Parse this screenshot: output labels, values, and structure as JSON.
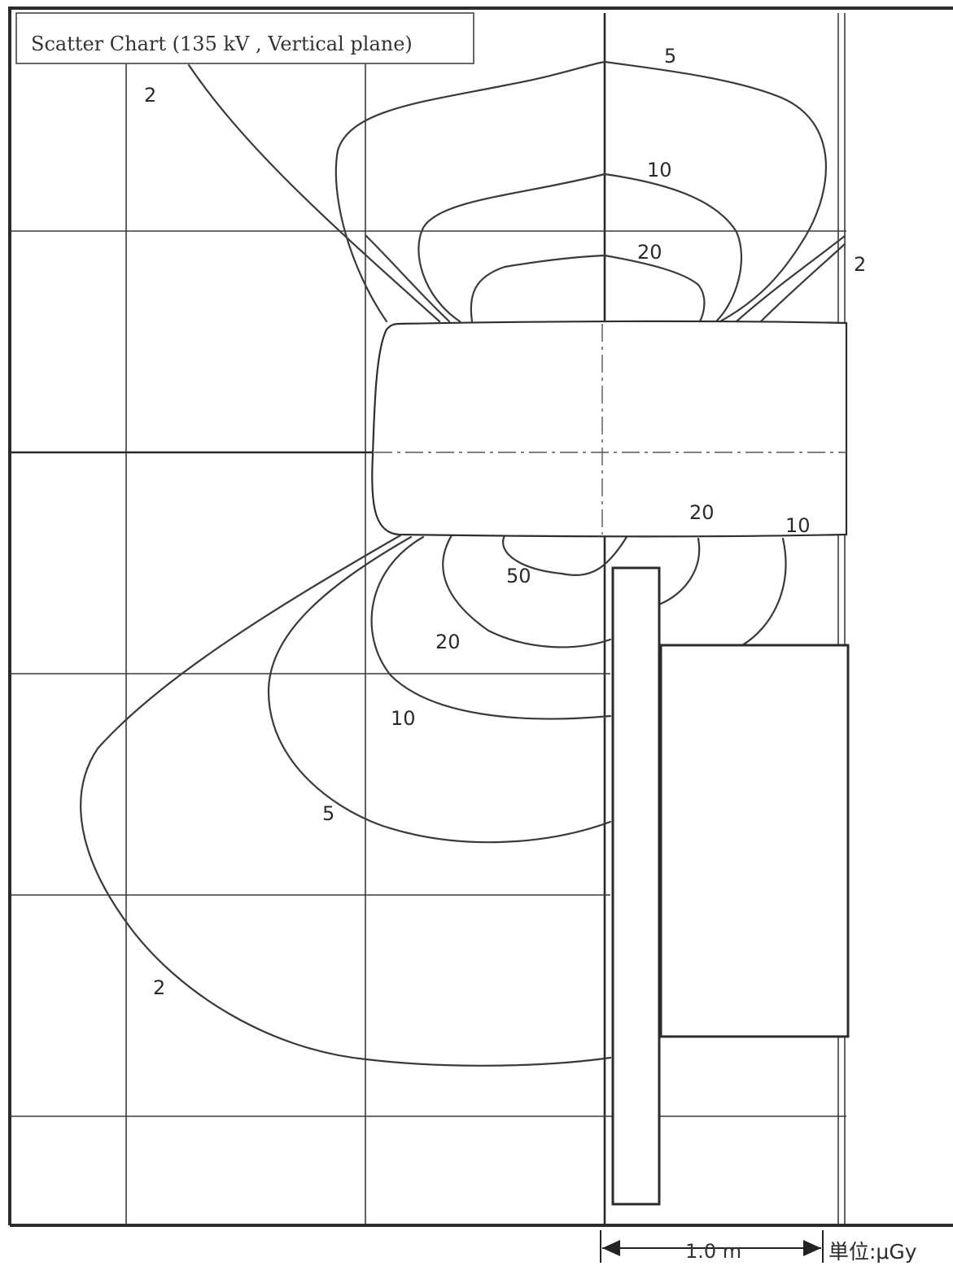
{
  "title": "Scatter Chart (135 kV , Vertical plane)",
  "contour_labels": [
    {
      "id": "c2-top-left",
      "text": "2"
    },
    {
      "id": "c5-top",
      "text": "5"
    },
    {
      "id": "c10-top",
      "text": "10"
    },
    {
      "id": "c20-top",
      "text": "20"
    },
    {
      "id": "c2-right",
      "text": "2"
    },
    {
      "id": "c20-lower-right",
      "text": "20"
    },
    {
      "id": "c10-lower-right",
      "text": "10"
    },
    {
      "id": "c50-lower",
      "text": "50"
    },
    {
      "id": "c20-lower",
      "text": "20"
    },
    {
      "id": "c10-lower",
      "text": "10"
    },
    {
      "id": "c5-lower",
      "text": "5"
    },
    {
      "id": "c2-lower",
      "text": "2"
    }
  ],
  "scale": {
    "text": "1.0 m"
  },
  "unit": "単位:μGy"
}
